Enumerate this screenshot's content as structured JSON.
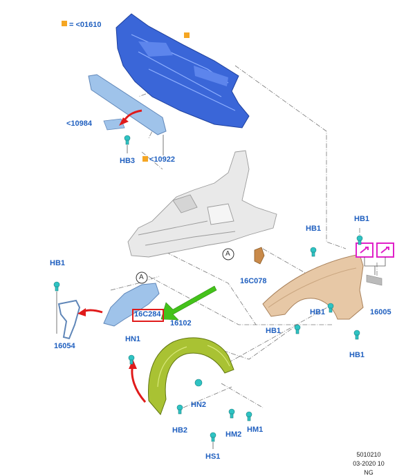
{
  "parts": {
    "p01610": "= <01610",
    "p10984": "<10984",
    "p10922": "<10922",
    "p16C078": "16C078",
    "p16C284": "16C284",
    "p16054": "16054",
    "p16102": "16102",
    "p16005": "16005"
  },
  "fasteners": {
    "hb3": "HB3",
    "hb1_left": "HB1",
    "hb1_top_mid": "HB1",
    "hb1_top_right": "HB1",
    "hb1_fender_mid": "HB1",
    "hb1_fender_low": "HB1",
    "hb1_fender_bottom": "HB1",
    "hn1": "HN1",
    "hn2": "HN2",
    "hb2": "HB2",
    "hm2": "HM2",
    "hm1": "HM1",
    "hs1": "HS1"
  },
  "callouts": {
    "a1": "A",
    "a2": "A"
  },
  "footer": {
    "code": "5010210",
    "date": "03-2020 10",
    "region": "NG"
  },
  "colors": {
    "label": "#1f5fbf",
    "marker": "#f5a623",
    "highlight_box": "#e01b1b",
    "arrow_red": "#e01b1b",
    "arrow_green": "#44c21a",
    "cowl": "#3a66d8",
    "shield": "#9fc3ea",
    "body": "#dcdcdc",
    "bracket": "#c98a4a",
    "fender": "#e7c8a6",
    "liner": "#a9c233",
    "clip": "#2fc3c3",
    "icon_box": "#e020c8"
  }
}
